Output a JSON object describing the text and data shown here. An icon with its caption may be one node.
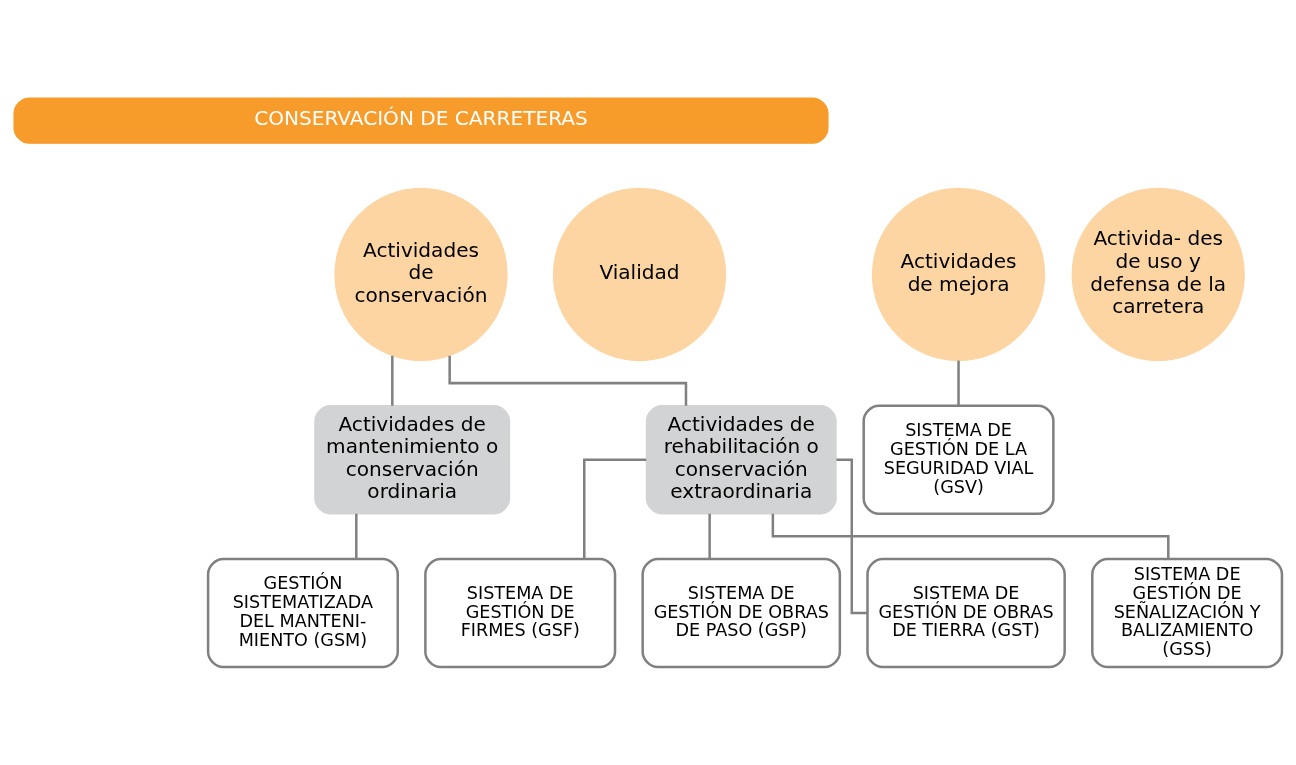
{
  "diagram": {
    "nodes": [
      {
        "text": [
          "CONSERVACIÓN DE CARRETERAS"
        ]
      },
      {
        "text": [
          "Vialidad"
        ]
      },
      {
        "text": [
          "Actividades de conservación"
        ]
      },
      {
        "text": [
          "Actividades de mejora"
        ]
      },
      {
        "text": [
          "Activida- des de uso y defensa de la carretera"
        ]
      },
      {
        "text": [
          "Actividades de mantenimiento o conservación ordinaria"
        ]
      },
      {
        "text": [
          "Actividades de rehabilitación o conservación extraordinaria"
        ]
      },
      {
        "text": [
          "SISTEMA DE GESTIÓN DE LA SEGURIDAD VIAL (GSV)"
        ]
      },
      {
        "text": [
          "GESTIÓN SISTEMATIZADA DEL MANTENI- MIENTO (GSM)"
        ]
      },
      {
        "text": [
          "SISTEMA DE GESTIÓN DE FIRMES (GSF)"
        ]
      },
      {
        "text": [
          "SISTEMA DE GESTIÓN DE OBRAS DE PASO (GSP)"
        ]
      },
      {
        "text": [
          "SISTEMA DE GESTIÓN DE OBRAS DE TIERRA (GST)"
        ]
      },
      {
        "text": [
          "SISTEMA DE GESTIÓN DE SEÑALIZACIÓN Y BALIZAMIENTO (GSS)"
        ]
      }
    ],
    "edges": [
      {
        "from": 2,
        "to": 5,
        "arrow": "none"
      },
      {
        "from": 2,
        "to": 6,
        "arrow": "none"
      },
      {
        "from": 3,
        "to": 7,
        "arrow": "none"
      },
      {
        "from": 5,
        "to": 8,
        "arrow": "none"
      },
      {
        "from": 6,
        "to": 9,
        "arrow": "none"
      },
      {
        "from": 6,
        "to": 10,
        "arrow": "none"
      },
      {
        "from": 6,
        "to": 11,
        "arrow": "none"
      },
      {
        "from": 6,
        "to": 12,
        "arrow": "none"
      }
    ]
  }
}
